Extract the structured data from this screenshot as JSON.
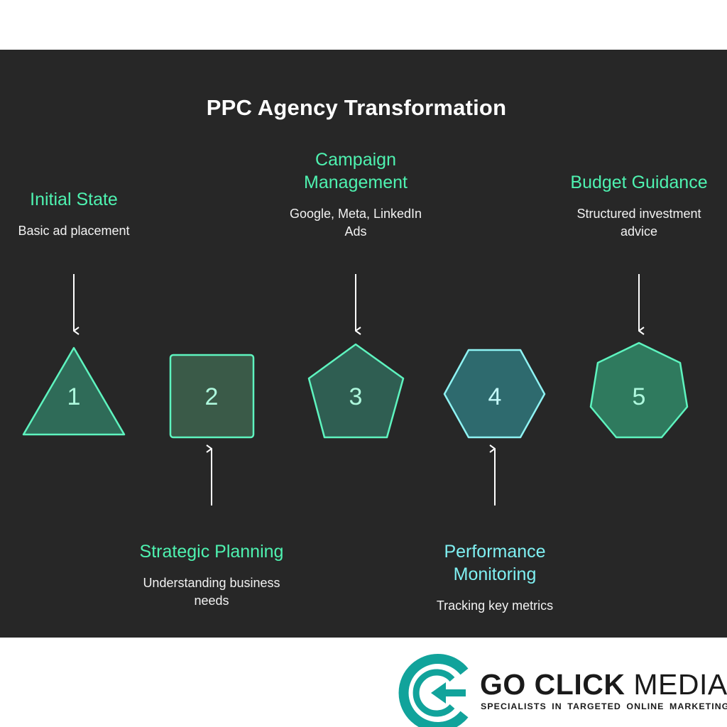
{
  "diagram": {
    "title": "PPC Agency Transformation",
    "steps": [
      {
        "number": "1",
        "heading": "Initial State",
        "description": "Basic ad placement",
        "shape": "triangle",
        "label_position": "above"
      },
      {
        "number": "2",
        "heading": "Strategic Planning",
        "description": "Understanding business needs",
        "shape": "square",
        "label_position": "below"
      },
      {
        "number": "3",
        "heading": "Campaign Management",
        "description": "Google, Meta, LinkedIn Ads",
        "shape": "pentagon",
        "label_position": "above"
      },
      {
        "number": "4",
        "heading": "Performance Monitoring",
        "description": "Tracking key metrics",
        "shape": "hexagon",
        "label_position": "below"
      },
      {
        "number": "5",
        "heading": "Budget Guidance",
        "description": "Structured investment advice",
        "shape": "heptagon",
        "label_position": "above"
      }
    ]
  },
  "logo": {
    "name_bold": "GO CLICK",
    "name_regular": "MEDIA",
    "tagline": "SPECIALISTS IN TARGETED ONLINE MARKETING",
    "icon": "g-arrow-logo-icon"
  },
  "colors": {
    "background": "#272727",
    "heading_green": "#4ef2b0",
    "heading_cyan": "#7ff0f2",
    "shape_fill_green": "#2f6b58",
    "shape_fill_olive": "#3a5a48",
    "shape_fill_teal": "#2e6a6e",
    "brand_teal": "#11a39b"
  }
}
